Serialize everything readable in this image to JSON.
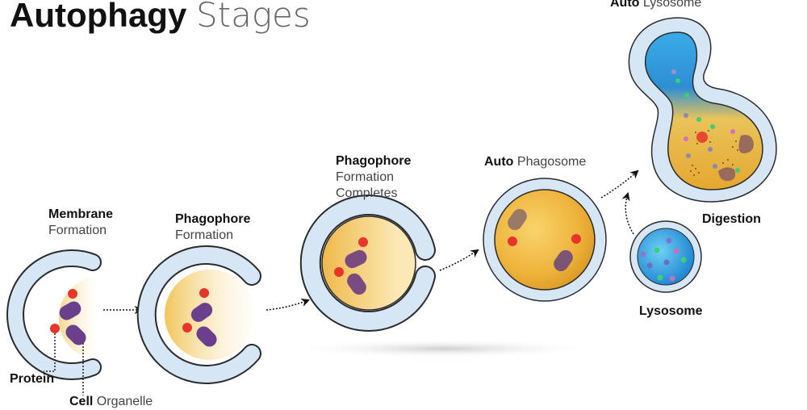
{
  "title": {
    "bold": "Autophagy",
    "light": "Stages"
  },
  "stages": [
    {
      "bold": "Membrane",
      "light": "Formation"
    },
    {
      "bold": "Phagophore",
      "light": "Formation"
    },
    {
      "bold": "Phagophore",
      "light": "Formation",
      "light2": "Completes"
    },
    {
      "bold": "Auto",
      "light": "Phagosome"
    },
    {
      "bold": "Auto",
      "light": "Lysosome"
    }
  ],
  "labels": {
    "protein": "Protein",
    "organelle_bold": "Cell",
    "organelle_light": "Organelle",
    "digestion": "Digestion",
    "lysosome": "Lysosome"
  },
  "colors": {
    "membrane": "#d6e6f5",
    "outline": "#2b2b2b",
    "cytoplasm": "#f0b73c",
    "protein": "#e8342a",
    "organelle": "#6a3f8c",
    "lysosome": "#2f9fe0"
  }
}
